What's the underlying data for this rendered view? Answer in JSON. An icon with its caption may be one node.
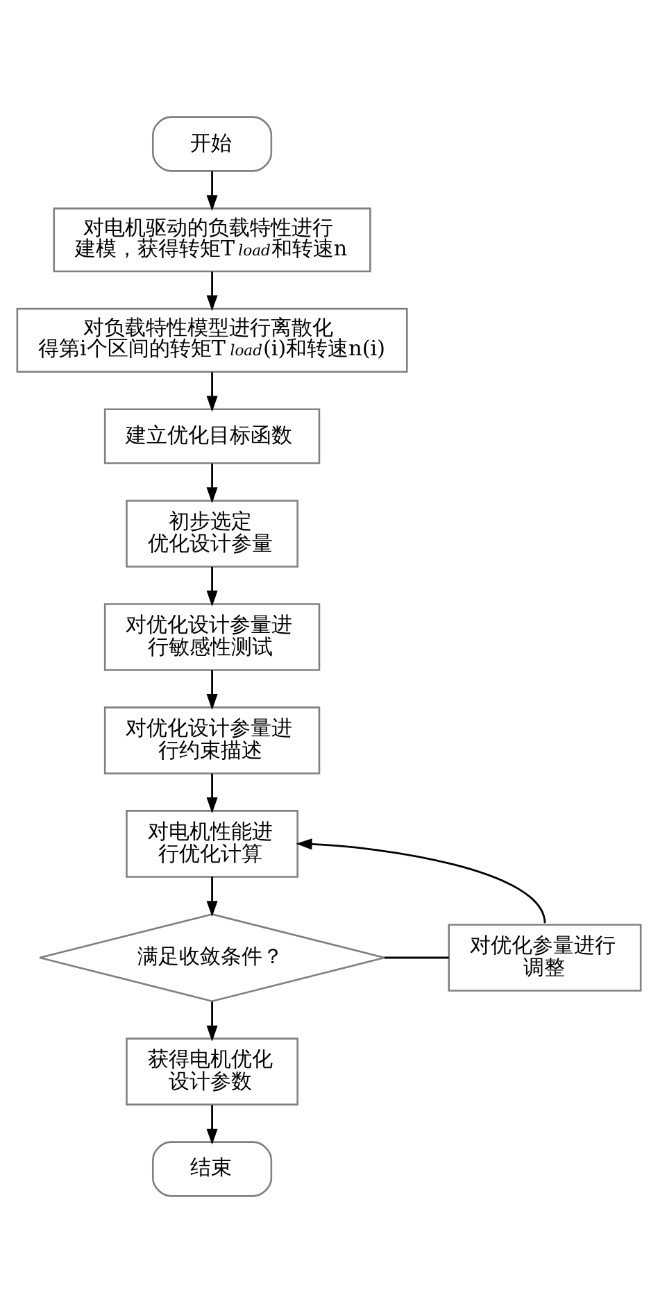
{
  "diagram": {
    "nodes": [
      {
        "text": [
          "开始"
        ]
      },
      {
        "text": [
          "对电机驱动的负载特性进行建模，获得转矩T$_{load}$和转速n"
        ]
      },
      {
        "text": [
          "对负载特性模型进行离散化得第i个区间的转矩T$_{load}$(i)和转速n(i)"
        ]
      },
      {
        "text": [
          "建立优化目标函数"
        ]
      },
      {
        "text": [
          "初步选定优化设计参量"
        ]
      },
      {
        "text": [
          "对优化设计参量进行敏感性测试"
        ]
      },
      {
        "text": [
          "对优化设计参量进行约束描述"
        ]
      },
      {
        "text": [
          "对电机性能进行优化计算"
        ]
      },
      {
        "text": [
          "满足收敛条件？"
        ]
      },
      {
        "text": [
          "对优化参量进行调整"
        ]
      },
      {
        "text": [
          "获得电机优化设计参数"
        ]
      },
      {
        "text": [
          "结束"
        ]
      }
    ],
    "edges": [
      {
        "from": 0,
        "to": 1,
        "arrow": "to"
      },
      {
        "from": 1,
        "to": 2,
        "arrow": "to"
      },
      {
        "from": 2,
        "to": 3,
        "arrow": "to"
      },
      {
        "from": 3,
        "to": 4,
        "arrow": "to"
      },
      {
        "from": 4,
        "to": 5,
        "arrow": "to"
      },
      {
        "from": 5,
        "to": 6,
        "arrow": "to"
      },
      {
        "from": 6,
        "to": 7,
        "arrow": "to"
      },
      {
        "from": 7,
        "to": 8,
        "arrow": "to"
      },
      {
        "from": 8,
        "to": 9,
        "arrow": "none"
      },
      {
        "from": 9,
        "to": 7,
        "arrow": "to"
      },
      {
        "from": 8,
        "to": 10,
        "arrow": "to"
      },
      {
        "from": 10,
        "to": 11,
        "arrow": "to"
      }
    ]
  }
}
